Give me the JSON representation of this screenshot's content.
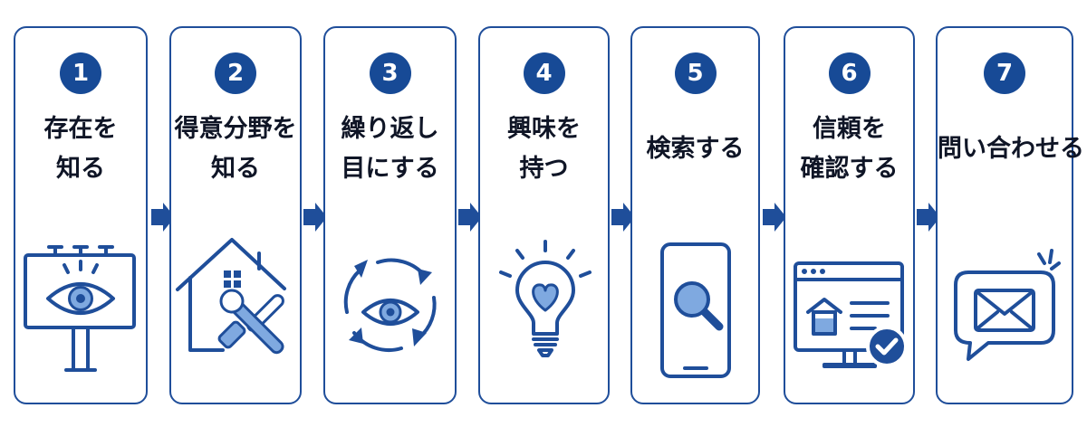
{
  "colors": {
    "primary": "#1f4e9a",
    "accent": "#7fa9e0",
    "light": "#dce8f8",
    "text": "#0f1526"
  },
  "steps": [
    {
      "number": "1",
      "lines": [
        "存在を",
        "知る"
      ],
      "icon": "billboard-eye-icon"
    },
    {
      "number": "2",
      "lines": [
        "得意分野を",
        "知る"
      ],
      "icon": "house-tools-icon"
    },
    {
      "number": "3",
      "lines": [
        "繰り返し",
        "目にする"
      ],
      "icon": "cycle-eye-icon"
    },
    {
      "number": "4",
      "lines": [
        "興味を",
        "持つ"
      ],
      "icon": "lightbulb-heart-icon"
    },
    {
      "number": "5",
      "lines": [
        "検索する"
      ],
      "icon": "smartphone-search-icon"
    },
    {
      "number": "6",
      "lines": [
        "信頼を",
        "確認する"
      ],
      "icon": "website-check-icon"
    },
    {
      "number": "7",
      "lines": [
        "問い合わせる"
      ],
      "icon": "mail-bubble-icon"
    }
  ]
}
